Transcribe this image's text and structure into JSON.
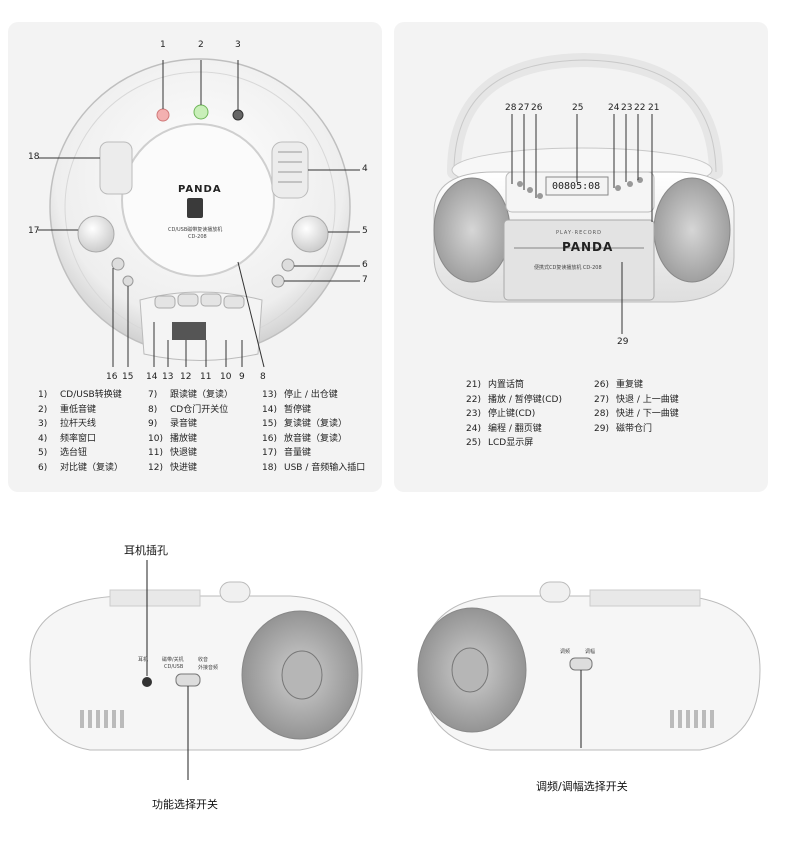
{
  "left_panel": {
    "brand": "PANDA",
    "model": "CD-208",
    "subtitle": "CD/USB磁带复读播放机",
    "callouts": [
      "1",
      "2",
      "3",
      "4",
      "5",
      "6",
      "7",
      "8",
      "9",
      "10",
      "11",
      "12",
      "13",
      "14",
      "15",
      "16",
      "17",
      "18"
    ],
    "legend_col1": [
      {
        "num": "1)",
        "text": "CD/USB转换键"
      },
      {
        "num": "2)",
        "text": "重低音键"
      },
      {
        "num": "3)",
        "text": "拉杆天线"
      },
      {
        "num": "4)",
        "text": "频率窗口"
      },
      {
        "num": "5)",
        "text": "选台钮"
      },
      {
        "num": "6)",
        "text": "对比键（复读）"
      }
    ],
    "legend_col2": [
      {
        "num": "7)",
        "text": "跟读键（复读）"
      },
      {
        "num": "8)",
        "text": "CD仓门开关位"
      },
      {
        "num": "9)",
        "text": "录音键"
      },
      {
        "num": "10)",
        "text": "播放键"
      },
      {
        "num": "11)",
        "text": "快退键"
      },
      {
        "num": "12)",
        "text": "快进键"
      }
    ],
    "legend_col3": [
      {
        "num": "13)",
        "text": "停止 / 出仓键"
      },
      {
        "num": "14)",
        "text": "暂停键"
      },
      {
        "num": "15)",
        "text": "复读键（复读）"
      },
      {
        "num": "16)",
        "text": "放音键（复读）"
      },
      {
        "num": "17)",
        "text": "音量键"
      },
      {
        "num": "18)",
        "text": "USB / 音频输入插口"
      }
    ]
  },
  "right_panel": {
    "brand": "PANDA",
    "tagline": "PLAY·RECORD",
    "model_line": "便携式CD复读播放机  CD-208",
    "lcd": "00805:08",
    "callouts": [
      "28",
      "27",
      "26",
      "25",
      "24",
      "23",
      "22",
      "21",
      "29"
    ],
    "legend_col1": [
      {
        "num": "21)",
        "text": "内置话筒"
      },
      {
        "num": "22)",
        "text": "播放 / 暂停键(CD)"
      },
      {
        "num": "23)",
        "text": "停止键(CD)"
      },
      {
        "num": "24)",
        "text": "编程 / 翻页键"
      },
      {
        "num": "25)",
        "text": "LCD显示屏"
      }
    ],
    "legend_col2": [
      {
        "num": "26)",
        "text": "重复键"
      },
      {
        "num": "27)",
        "text": "快退 / 上一曲键"
      },
      {
        "num": "28)",
        "text": "快进 / 下一曲键"
      },
      {
        "num": "29)",
        "text": "磁带仓门"
      }
    ]
  },
  "bottom_left": {
    "top_caption": "耳机插孔",
    "bottom_caption": "功能选择开关",
    "side_labels": [
      "耳机",
      "磁带/关机",
      "CD/USB",
      "收音",
      "外接音频"
    ]
  },
  "bottom_right": {
    "bottom_caption": "调频/调幅选择开关",
    "side_labels": [
      "调频",
      "调幅"
    ]
  }
}
